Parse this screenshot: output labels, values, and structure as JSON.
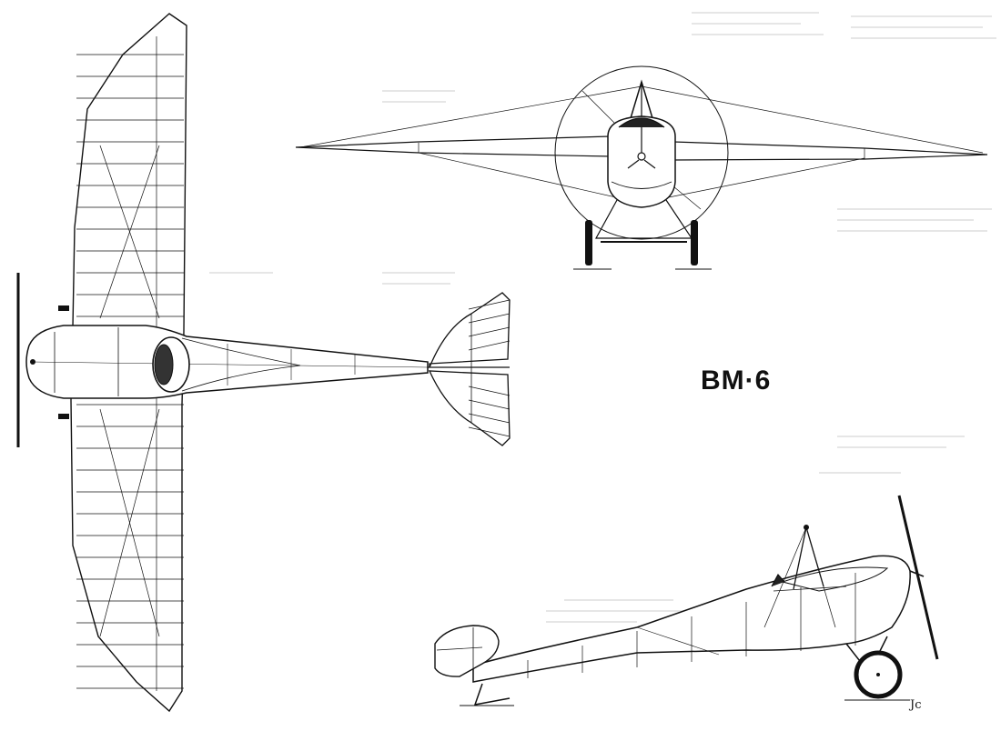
{
  "drawing": {
    "title": "BM·6",
    "ink_color": "#111111",
    "paper_color": "#ffffff",
    "signature": "Jc"
  },
  "views": [
    "plan-view",
    "front-view",
    "side-view"
  ]
}
